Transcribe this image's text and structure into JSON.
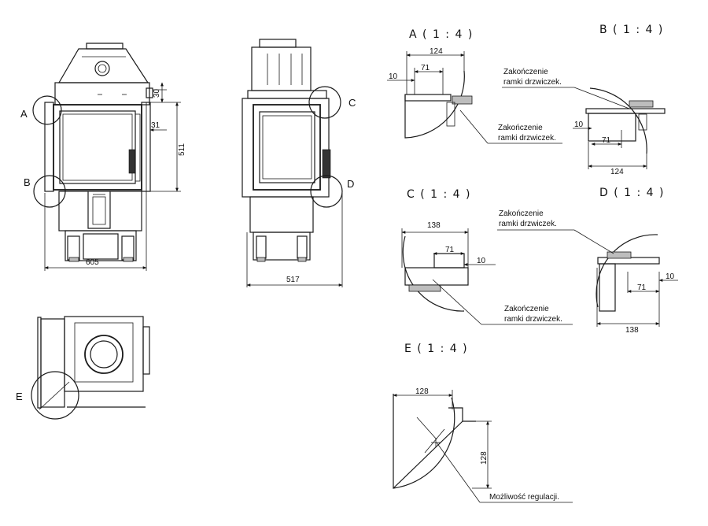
{
  "views": {
    "front": {
      "width": "605",
      "door_offset": "30",
      "side_offset": "31",
      "height": "511",
      "callout_a": "A",
      "callout_b": "B"
    },
    "side": {
      "depth": "517",
      "callout_c": "C",
      "callout_d": "D"
    },
    "top": {
      "callout_e": "E"
    }
  },
  "details": {
    "a": {
      "title": "A ( 1 : 4 )",
      "dim_total": "124",
      "dim_mid": "71",
      "dim_small": "10",
      "note": [
        "Zakończenie",
        "ramki drzwiczek."
      ]
    },
    "b": {
      "title": "B ( 1 : 4 )",
      "dim_total": "124",
      "dim_mid": "71",
      "dim_small": "10",
      "note": [
        "Zakończenie",
        "ramki drzwiczek."
      ]
    },
    "c": {
      "title": "C ( 1 : 4 )",
      "dim_total": "138",
      "dim_mid": "71",
      "dim_small": "10",
      "note": [
        "Zakończenie",
        "ramki drzwiczek."
      ]
    },
    "d": {
      "title": "D ( 1 : 4 )",
      "dim_total": "138",
      "dim_mid": "71",
      "dim_small": "10",
      "note": [
        "Zakończenie",
        "ramki drzwiczek."
      ]
    },
    "e": {
      "title": "E ( 1 : 4 )",
      "dim_h": "128",
      "dim_v": "128",
      "note": "Możliwość regulacji."
    }
  },
  "colors": {
    "line": "#1a1a1a",
    "fill_grey": "#bdbdbd"
  }
}
